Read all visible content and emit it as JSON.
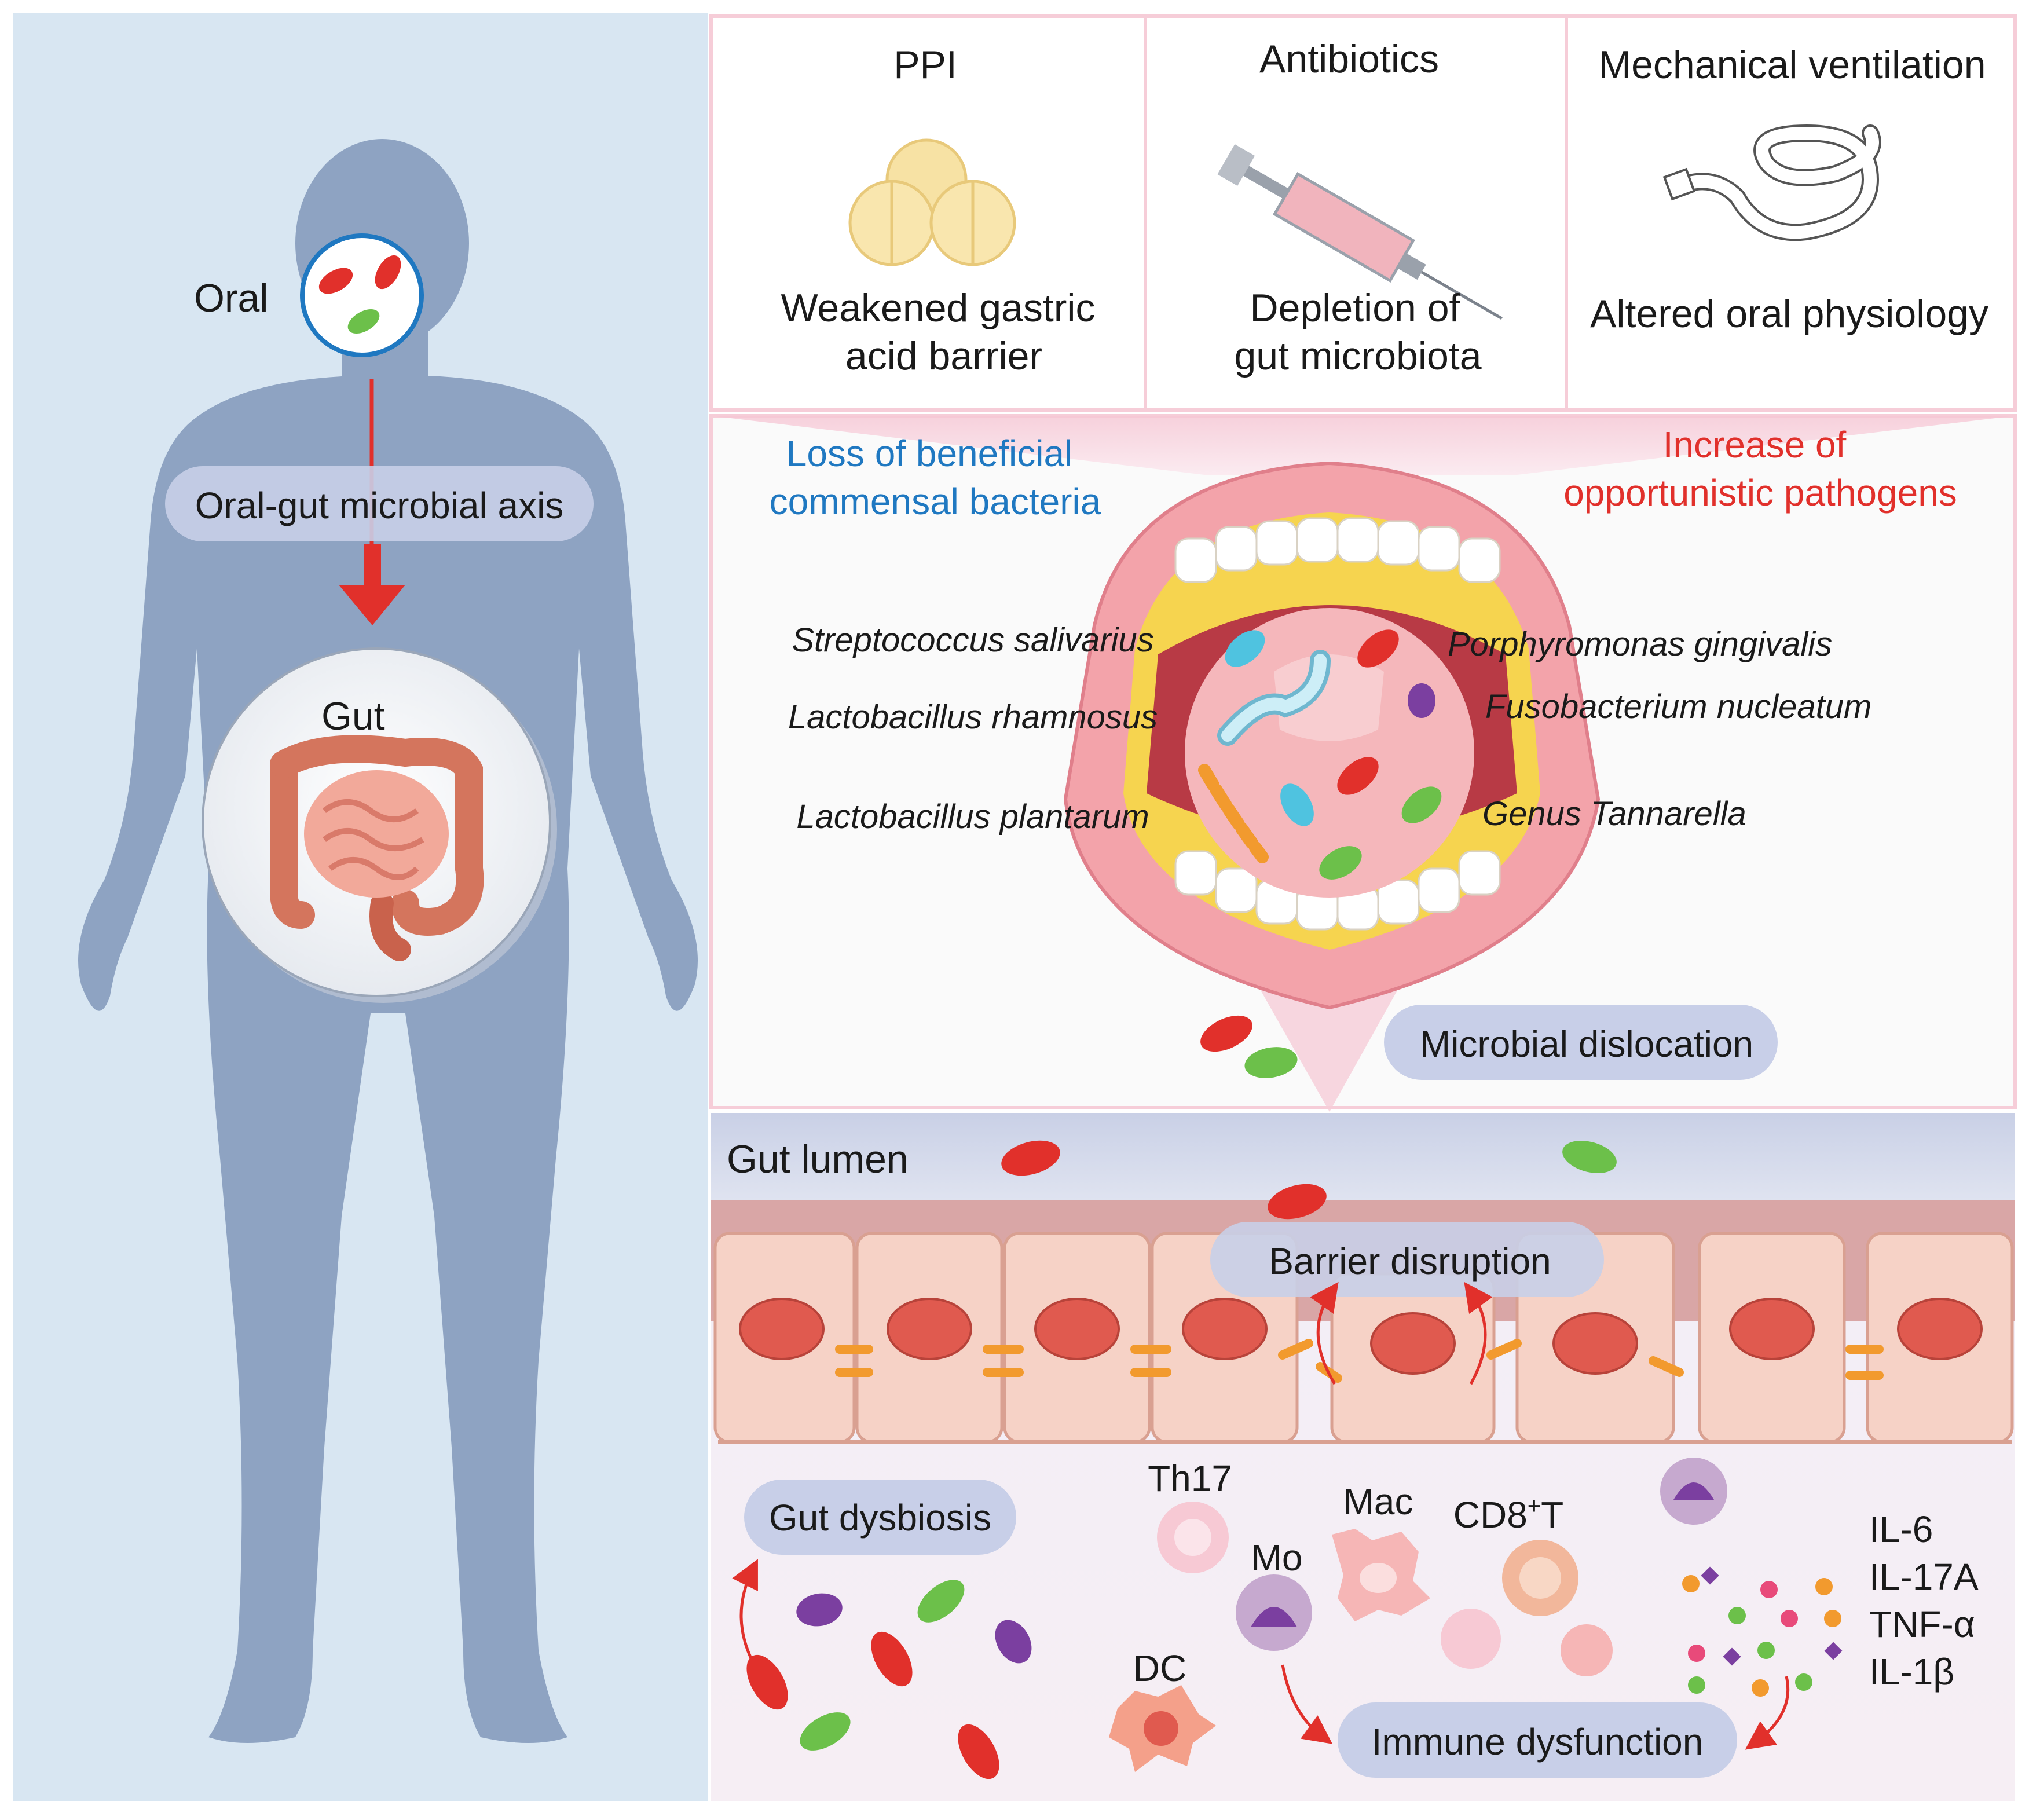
{
  "colors": {
    "left_bg": "#d8e6f2",
    "body_silhouette": "#8ea3c2",
    "pathogen_red": "#e1302b",
    "beneficial_green": "#6cc04a",
    "cyan_bacteria": "#4fc3e0",
    "commensal_blue_text": "#1f78c1",
    "pathogen_red_text": "#e1302b",
    "pill_bg": "#c8cfe8",
    "epithelium": "#f6d2c6",
    "nucleus": "#e05a4f",
    "junction": "#f29a2e"
  },
  "body_panel": {
    "oral_label": "Oral",
    "axis_label": "Oral-gut microbial axis",
    "gut_label": "Gut"
  },
  "risk_factors": [
    {
      "title": "PPI",
      "effect_line1": "Weakened gastric",
      "effect_line2": "acid barrier",
      "icon": "pill-tablets-icon"
    },
    {
      "title": "Antibiotics",
      "effect_line1": "Depletion of",
      "effect_line2": "gut microbiota",
      "icon": "syringe-icon"
    },
    {
      "title": "Mechanical ventilation",
      "effect_line1": "Altered oral physiology",
      "effect_line2": "",
      "icon": "ventilator-tube-icon"
    }
  ],
  "oral_cavity": {
    "loss_line1": "Loss of beneficial",
    "loss_line2": "commensal bacteria",
    "increase_line1": "Increase of",
    "increase_line2": "opportunistic pathogens",
    "beneficial": [
      "Streptococcus salivarius",
      "Lactobacillus rhamnosus",
      "Lactobacillus plantarum"
    ],
    "pathogens": [
      "Porphyromonas gingivalis",
      "Fusobacterium nucleatum",
      "Genus Tannarella"
    ],
    "dislocation_label": "Microbial dislocation"
  },
  "gut_panel": {
    "lumen_label": "Gut lumen",
    "barrier_label": "Barrier disruption",
    "dysbiosis_label": "Gut dysbiosis",
    "immune_label": "Immune dysfunction",
    "cells": {
      "th17": "Th17",
      "mac": "Mac",
      "cd8_main": "CD8",
      "cd8_sup": "+",
      "cd8_tail": "T",
      "mo": "Mo",
      "dc": "DC"
    },
    "cytokines": [
      "IL-6",
      "IL-17A",
      "TNF-α",
      "IL-1β"
    ]
  }
}
